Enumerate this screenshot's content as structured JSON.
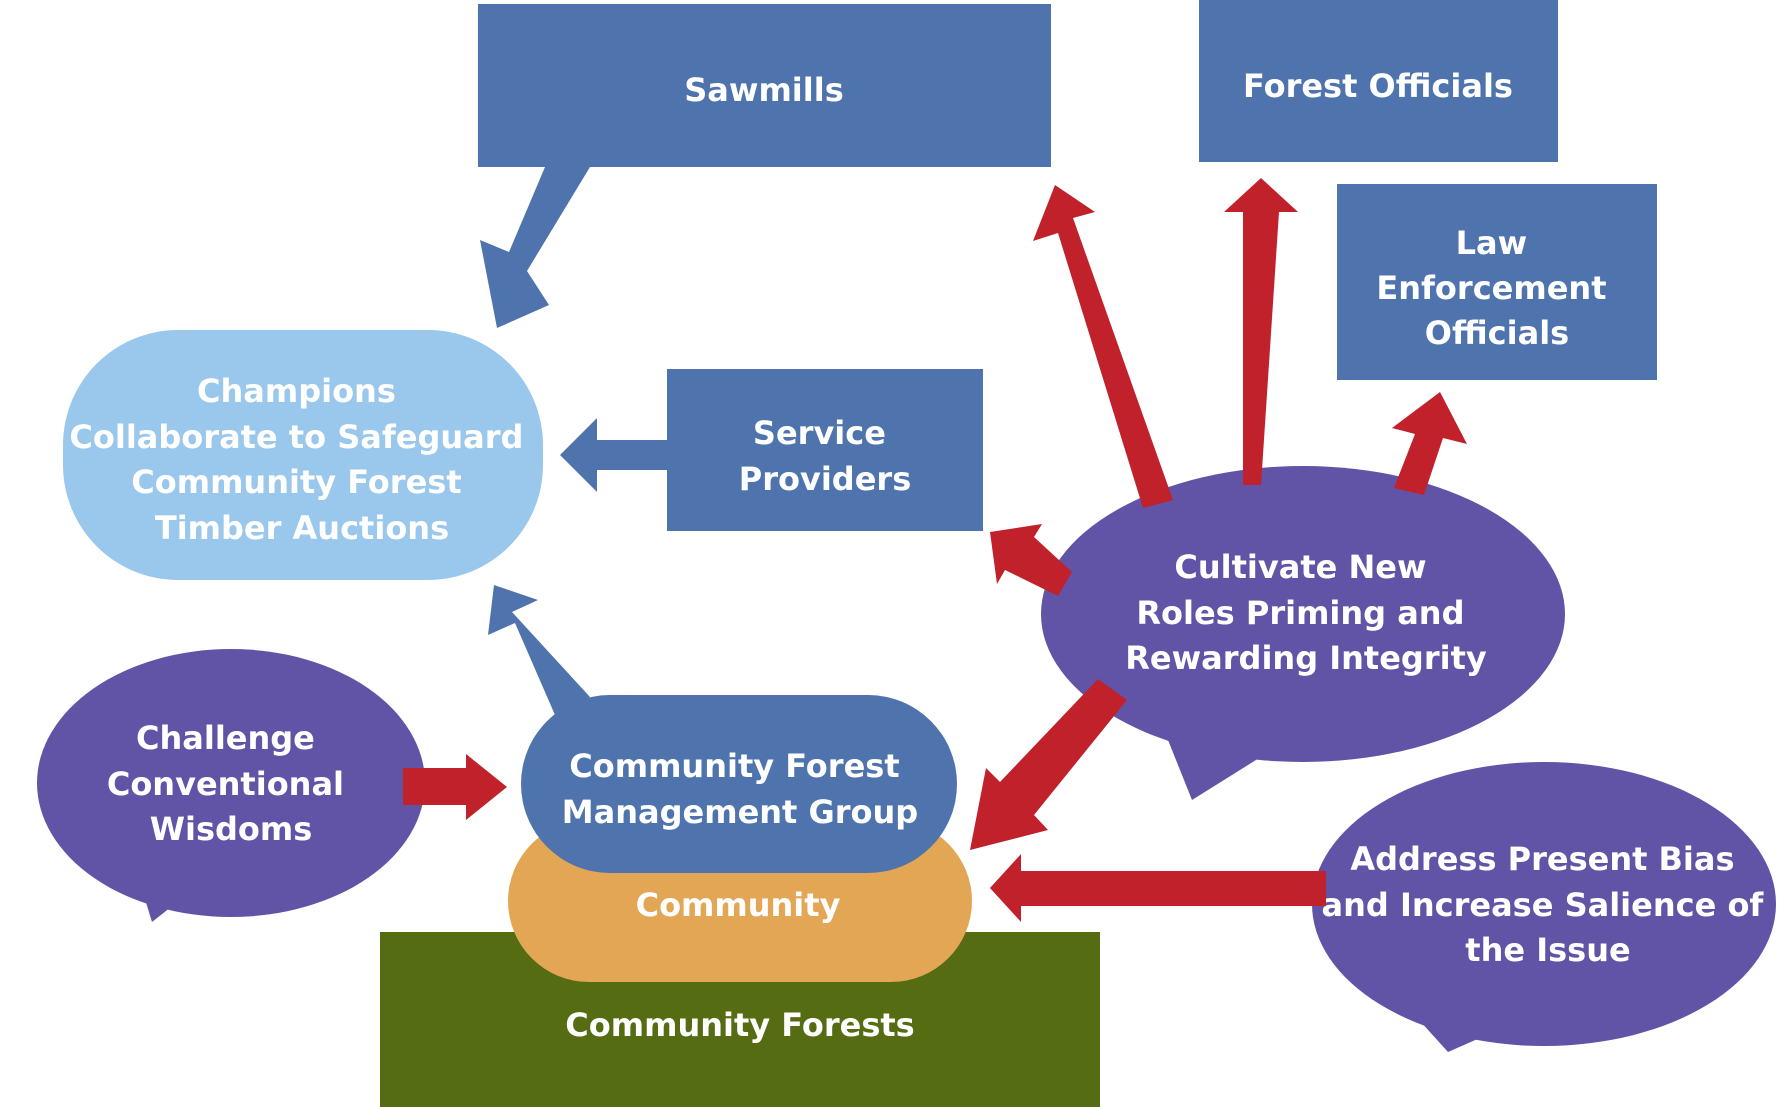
{
  "colors": {
    "box_blue": "#4f74ad",
    "champion_light_blue": "#9ac8ec",
    "bubble_purple": "#6154a6",
    "arrow_red": "#c0212a",
    "arrow_blue": "#4f74ad",
    "community_orange": "#e2a655",
    "forest_green": "#556c12",
    "text": "#ffffff"
  },
  "nodes": {
    "sawmills": {
      "lines": [
        "Sawmills"
      ]
    },
    "forest_officials": {
      "lines": [
        "Forest Officials"
      ]
    },
    "law_enforcement": {
      "lines": [
        "Law",
        "Enforcement",
        "Officials"
      ]
    },
    "champions": {
      "lines": [
        "Champions",
        "Collaborate to Safeguard",
        "Community Forest",
        "Timber Auctions"
      ]
    },
    "service_providers": {
      "lines": [
        "Service",
        "Providers"
      ]
    },
    "cultivate_roles": {
      "lines": [
        "Cultivate New",
        "Roles Priming and",
        "Rewarding Integrity"
      ]
    },
    "challenge_wisdoms": {
      "lines": [
        "Challenge",
        "Conventional",
        "Wisdoms"
      ]
    },
    "management_group": {
      "lines": [
        "Community Forest",
        "Management Group"
      ]
    },
    "community": {
      "lines": [
        "Community"
      ]
    },
    "community_forests": {
      "lines": [
        "Community Forests"
      ]
    },
    "address_bias": {
      "lines": [
        "Address Present Bias",
        "and Increase Salience of",
        "the Issue"
      ]
    }
  }
}
